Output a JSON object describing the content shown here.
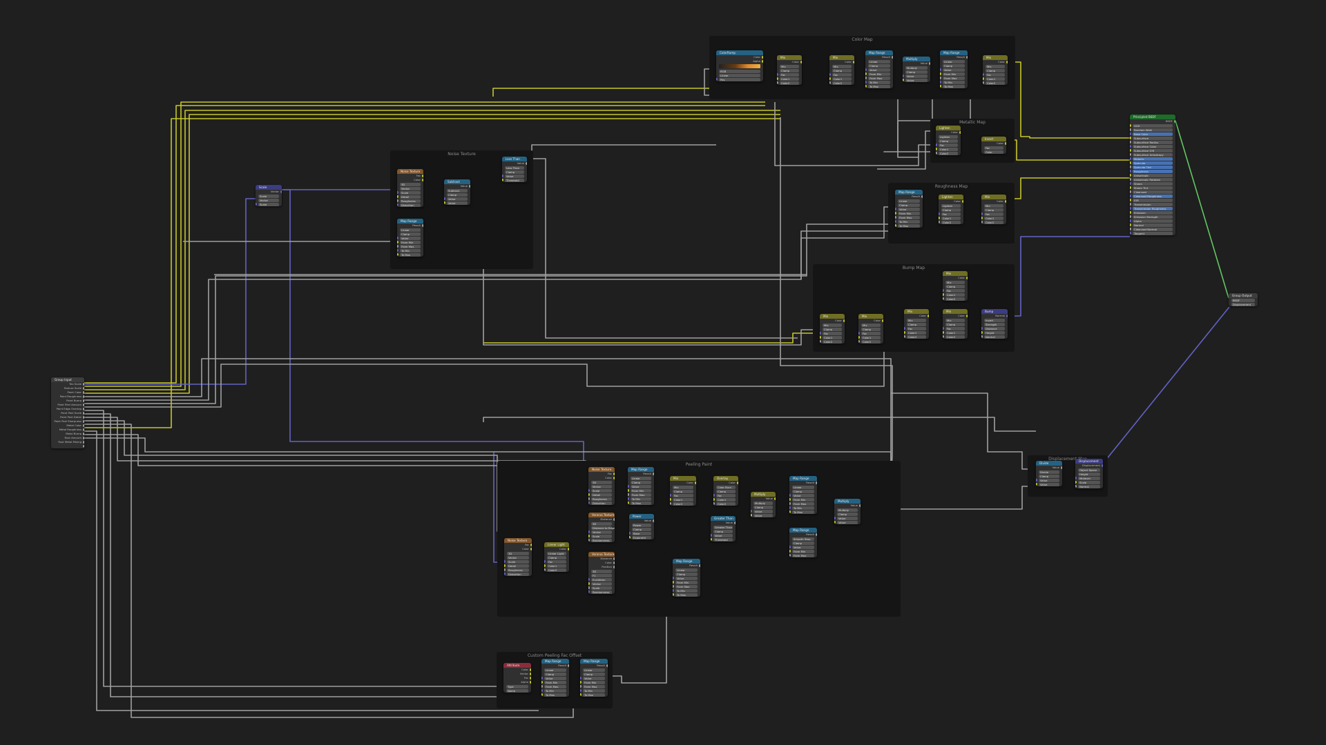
{
  "wire_colors": {
    "color": "#c7c729",
    "float": "#a1a1a1",
    "vector": "#6363c7",
    "shader": "#63c763"
  },
  "frames": {
    "color_map": "Color Map",
    "noise_texture": "Noise Texture",
    "metallic_map": "Metallic Map",
    "roughness_map": "Roughness Map",
    "bump_map": "Bump Map",
    "peeling_paint": "Peeling Paint",
    "displacement_map": "Displacement Map",
    "custom_peeling": "Custom Peeling Fac Offset"
  },
  "nodes": {
    "group_input": {
      "title": "Group Input",
      "outputs": [
        "Tex Scale",
        "Texture Scale",
        "Paint Color",
        "Paint Roughness",
        "Paint Bump",
        "Paint Peel Amount",
        "Paint Edge Overlap",
        "Paint Peel Scale",
        "Paint Peel Detail",
        "Paint Peel Sharpness",
        "Metal Color",
        "Metal Roughness",
        "Metal Bump",
        "Rust Amount",
        "Rust Metal Mixing",
        ""
      ]
    },
    "scale": {
      "title": "Scale",
      "out": "Vector",
      "rows": [
        "Scale",
        "Vector",
        "Scale"
      ]
    },
    "noise_tex": {
      "title": "Noise Texture",
      "outs": [
        "Fac",
        "Color"
      ],
      "rows": [
        "3D",
        "Vector",
        "Scale",
        "Detail",
        "Roughness",
        "Distortion"
      ]
    },
    "map_range_noise": {
      "title": "Map Range",
      "out": "Result",
      "rows": [
        "Linear",
        "Clamp",
        "Value",
        "From Min",
        "From Max",
        "To Min",
        "To Max"
      ]
    },
    "subtract": {
      "title": "Subtract",
      "out": "Value",
      "rows": [
        "Subtract",
        "Clamp",
        "Value",
        "Value"
      ]
    },
    "less_than": {
      "title": "Less Than",
      "out": "Value",
      "rows": [
        "Less Than",
        "Clamp",
        "Value",
        "Threshold"
      ]
    },
    "color_ramp": {
      "title": "ColorRamp",
      "outs": [
        "Color",
        "Alpha"
      ],
      "rows": [
        "RGB",
        "Linear",
        "Pos"
      ]
    },
    "mix_a": {
      "title": "Mix",
      "out": "Color",
      "rows": [
        "Mix",
        "Clamp",
        "Fac",
        "Color1",
        "Color2"
      ]
    },
    "mix_b": {
      "title": "Mix",
      "out": "Color",
      "rows": [
        "Mix",
        "Clamp",
        "Fac",
        "Color1",
        "Color2"
      ]
    },
    "map_range_c": {
      "title": "Map Range",
      "out": "Result",
      "rows": [
        "Linear",
        "Clamp",
        "Value",
        "From Min",
        "From Max",
        "To Min",
        "To Max"
      ]
    },
    "multiply_c": {
      "title": "Multiply",
      "out": "Value",
      "rows": [
        "Multiply",
        "Clamp",
        "Value",
        "Value"
      ]
    },
    "map_range_d": {
      "title": "Map Range",
      "out": "Result",
      "rows": [
        "Linear",
        "Clamp",
        "Value",
        "From Min",
        "From Max",
        "To Min",
        "To Max"
      ]
    },
    "mix_c": {
      "title": "Mix",
      "out": "Color",
      "rows": [
        "Mix",
        "Clamp",
        "Fac",
        "Color1",
        "Color2"
      ]
    },
    "lighten_m": {
      "title": "Lighten",
      "out": "Color",
      "rows": [
        "Lighten",
        "Clamp",
        "Fac",
        "Color1",
        "Color2"
      ]
    },
    "invert_m": {
      "title": "Invert",
      "out": "Color",
      "rows": [
        "Fac",
        "Color"
      ]
    },
    "map_range_r": {
      "title": "Map Range",
      "out": "Result",
      "rows": [
        "Linear",
        "Clamp",
        "Value",
        "From Min",
        "From Max",
        "To Min",
        "To Max"
      ]
    },
    "lighten_r": {
      "title": "Lighten",
      "out": "Color",
      "rows": [
        "Lighten",
        "Clamp",
        "Fac",
        "Color1",
        "Color2"
      ]
    },
    "mix_r": {
      "title": "Mix",
      "out": "Color",
      "rows": [
        "Mix",
        "Clamp",
        "Fac",
        "Color1",
        "Color2"
      ]
    },
    "mix_b1": {
      "title": "Mix",
      "out": "Color",
      "rows": [
        "Mix",
        "Clamp",
        "Fac",
        "Color1",
        "Color2"
      ]
    },
    "mix_b2": {
      "title": "Mix",
      "out": "Color",
      "rows": [
        "Mix",
        "Clamp",
        "Fac",
        "Color1",
        "Color2"
      ]
    },
    "mix_b3": {
      "title": "Mix",
      "out": "Color",
      "rows": [
        "Mix",
        "Clamp",
        "Fac",
        "Color1",
        "Color2"
      ]
    },
    "mix_b4": {
      "title": "Mix",
      "out": "Color",
      "rows": [
        "Mix",
        "Clamp",
        "Fac",
        "Color1",
        "Color2"
      ]
    },
    "mix_b5": {
      "title": "Mix",
      "out": "Color",
      "rows": [
        "Mix",
        "Clamp",
        "Fac",
        "Color1",
        "Color2"
      ]
    },
    "bump": {
      "title": "Bump",
      "out": "Normal",
      "rows": [
        "Invert",
        "Strength",
        "Distance",
        "Height",
        "Normal"
      ]
    },
    "principled": {
      "title": "Principled BSDF",
      "out": "BSDF",
      "rows": [
        "GGX",
        "Random Walk",
        "Base Color",
        "Subsurface",
        "Subsurface Radius",
        "Subsurface Color",
        "Subsurface IOR",
        "Subsurface Anisotropy",
        "Metallic",
        "Specular",
        "Specular Tint",
        "Roughness",
        "Anisotropic",
        "Anisotropic Rotation",
        "Sheen",
        "Sheen Tint",
        "Clearcoat",
        "Clearcoat Roughness",
        "IOR",
        "Transmission",
        "Transmission Roughness",
        "Emission",
        "Emission Strength",
        "Alpha",
        "Normal",
        "Clearcoat Normal",
        "Tangent"
      ]
    },
    "group_output": {
      "title": "Group Output",
      "rows": [
        "BSDF",
        "Displacement"
      ]
    },
    "divide_d": {
      "title": "Divide",
      "out": "Value",
      "rows": [
        "Divide",
        "Clamp",
        "Value",
        "Value"
      ]
    },
    "displacement": {
      "title": "Displacement",
      "out": "Displacement",
      "rows": [
        "Object Space",
        "Height",
        "Midlevel",
        "Scale",
        "Normal"
      ]
    },
    "noise_p": {
      "title": "Noise Texture",
      "outs": [
        "Fac",
        "Color"
      ],
      "rows": [
        "3D",
        "Vector",
        "Scale",
        "Detail",
        "Roughness",
        "Distortion"
      ]
    },
    "map_range_p1": {
      "title": "Map Range",
      "out": "Result",
      "rows": [
        "Linear",
        "Clamp",
        "Value",
        "From Min",
        "From Max",
        "To Min",
        "To Max"
      ]
    },
    "mix_p1": {
      "title": "Mix",
      "out": "Color",
      "rows": [
        "Mix",
        "Clamp",
        "Fac",
        "Color1",
        "Color2"
      ]
    },
    "overlay_p": {
      "title": "Overlay",
      "out": "Color",
      "rows": [
        "Color Burn",
        "Clamp",
        "Fac",
        "Color1",
        "Color2"
      ]
    },
    "multiply_p": {
      "title": "Multiply",
      "out": "Value",
      "rows": [
        "Multiply",
        "Clamp",
        "Value",
        "Value"
      ]
    },
    "voronoi_1": {
      "title": "Voronoi Texture",
      "outs": [
        "Distance"
      ],
      "rows": [
        "3D",
        "Distance to Edge",
        "Vector",
        "Scale",
        "Randomness"
      ]
    },
    "power_p": {
      "title": "Power",
      "out": "Value",
      "rows": [
        "Power",
        "Clamp",
        "Base",
        "Exponent"
      ]
    },
    "voronoi_2": {
      "title": "Voronoi Texture",
      "outs": [
        "Distance",
        "Color",
        "Position"
      ],
      "rows": [
        "3D",
        "F1",
        "Euclidean",
        "Vector",
        "Scale",
        "Randomness"
      ]
    },
    "greater_than": {
      "title": "Greater Than",
      "out": "Value",
      "rows": [
        "Greater Than",
        "Clamp",
        "Value",
        "Threshold"
      ]
    },
    "noise_p2": {
      "title": "Noise Texture",
      "outs": [
        "Fac",
        "Color"
      ],
      "rows": [
        "3D",
        "Vector",
        "Scale",
        "Detail",
        "Roughness",
        "Distortion"
      ]
    },
    "linear_light": {
      "title": "Linear Light",
      "out": "Color",
      "rows": [
        "Linear Light",
        "Clamp",
        "Fac",
        "Color1",
        "Color2"
      ]
    },
    "map_range_p2": {
      "title": "Map Range",
      "out": "Result",
      "rows": [
        "Linear",
        "Clamp",
        "Value",
        "From Min",
        "From Max",
        "To Min",
        "To Max"
      ]
    },
    "map_range_p3": {
      "title": "Map Range",
      "out": "Result",
      "rows": [
        "Linear",
        "Clamp",
        "Value",
        "From Min",
        "From Max",
        "To Min",
        "To Max"
      ]
    },
    "smooth_step": {
      "title": "Map Range",
      "out": "Result",
      "rows": [
        "Smooth Step",
        "Clamp",
        "Value",
        "From Min",
        "From Max"
      ]
    },
    "multiply_p2": {
      "title": "Multiply",
      "out": "Value",
      "rows": [
        "Multiply",
        "Clamp",
        "Value",
        "Value"
      ]
    },
    "attribute": {
      "title": "Attribute",
      "outs": [
        "Color",
        "Vector",
        "Fac",
        "Alpha"
      ],
      "rows": [
        "Type",
        "Name"
      ]
    },
    "map_range_c1": {
      "title": "Map Range",
      "out": "Result",
      "rows": [
        "Linear",
        "Clamp",
        "Value",
        "From Min",
        "From Max",
        "To Min",
        "To Max"
      ]
    },
    "map_range_c2": {
      "title": "Map Range",
      "out": "Result",
      "rows": [
        "Linear",
        "Clamp",
        "Value",
        "From Min",
        "From Max",
        "To Min",
        "To Max"
      ]
    }
  }
}
